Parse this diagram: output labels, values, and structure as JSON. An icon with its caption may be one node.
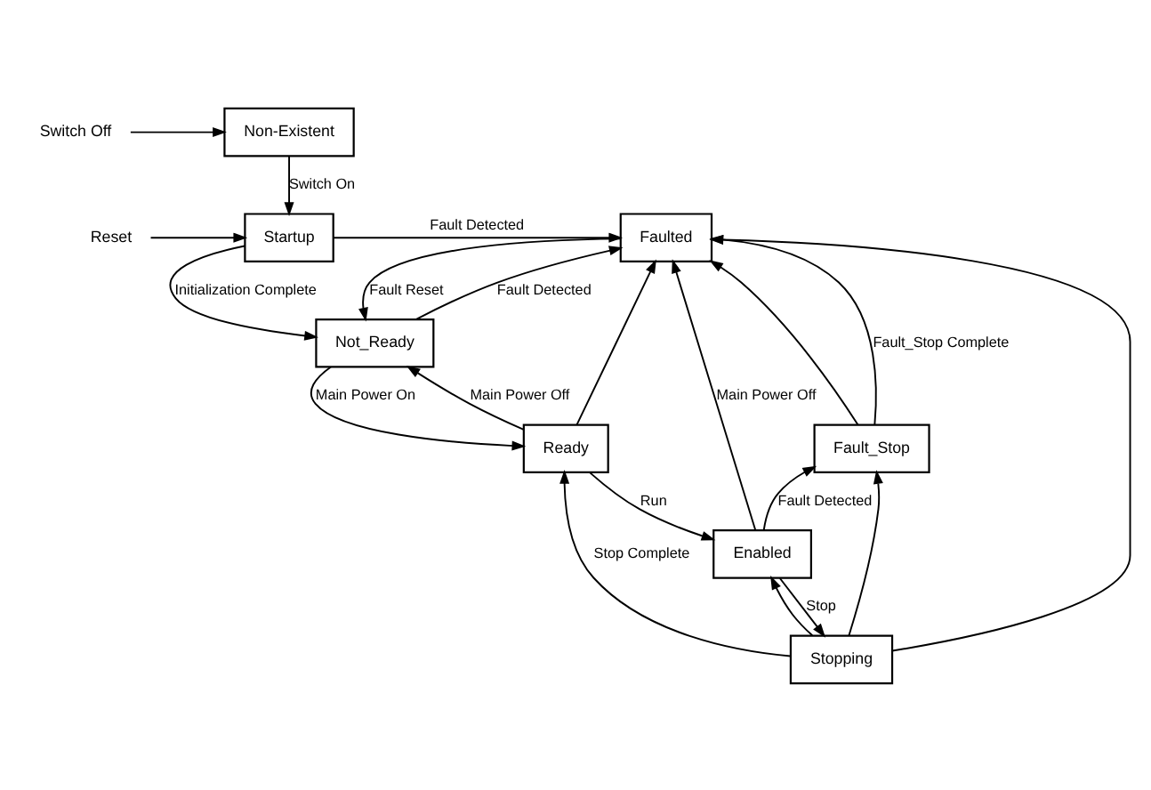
{
  "diagram": {
    "nodes": [
      {
        "text": [
          "Non-Existent"
        ]
      },
      {
        "text": [
          "Startup"
        ]
      },
      {
        "text": [
          "Faulted"
        ]
      },
      {
        "text": [
          "Not_Ready"
        ]
      },
      {
        "text": [
          "Ready"
        ]
      },
      {
        "text": [
          "Fault_Stop"
        ]
      },
      {
        "text": [
          "Stopping"
        ]
      },
      {
        "text": [
          "Enabled"
        ]
      },
      {
        "text": [
          "Switch Off"
        ]
      },
      {
        "text": [
          "Reset"
        ]
      }
    ],
    "edges": [
      {
        "from": 8,
        "to": 0,
        "arrow": "to"
      },
      {
        "from": 0,
        "to": 1,
        "arrow": "to",
        "label": "Switch On"
      },
      {
        "from": 9,
        "to": 1,
        "arrow": "to"
      },
      {
        "from": 1,
        "to": 2,
        "arrow": "to",
        "label": "Fault Detected"
      },
      {
        "from": 2,
        "to": 3,
        "arrow": "to",
        "label": "Fault Reset"
      },
      {
        "from": 1,
        "to": 3,
        "arrow": "to",
        "label": "Initialization Complete"
      },
      {
        "from": 3,
        "to": 2,
        "arrow": "to",
        "label": "Fault Detected"
      },
      {
        "from": 3,
        "to": 4,
        "arrow": "to",
        "label": "Main Power On"
      },
      {
        "from": 4,
        "to": 3,
        "arrow": "to",
        "label": "Main Power Off"
      },
      {
        "from": 4,
        "to": 2,
        "arrow": "to"
      },
      {
        "from": 6,
        "to": 4,
        "arrow": "to",
        "label": "Stop Complete"
      },
      {
        "from": 4,
        "to": 7,
        "arrow": "to",
        "label": "Run"
      },
      {
        "from": 7,
        "to": 6,
        "arrow": "to",
        "label": "Stop"
      },
      {
        "from": 6,
        "to": 7,
        "arrow": "to"
      },
      {
        "from": 6,
        "to": 5,
        "arrow": "to"
      },
      {
        "from": 7,
        "to": 5,
        "arrow": "to",
        "label": "Fault Detected"
      },
      {
        "from": 5,
        "to": 2,
        "arrow": "to",
        "label": "Fault_Stop Complete"
      },
      {
        "from": 5,
        "to": 2,
        "arrow": "to"
      },
      {
        "from": 6,
        "to": 2,
        "arrow": "to"
      },
      {
        "from": 7,
        "to": 2,
        "arrow": "to",
        "label": "Main Power Off"
      }
    ]
  }
}
